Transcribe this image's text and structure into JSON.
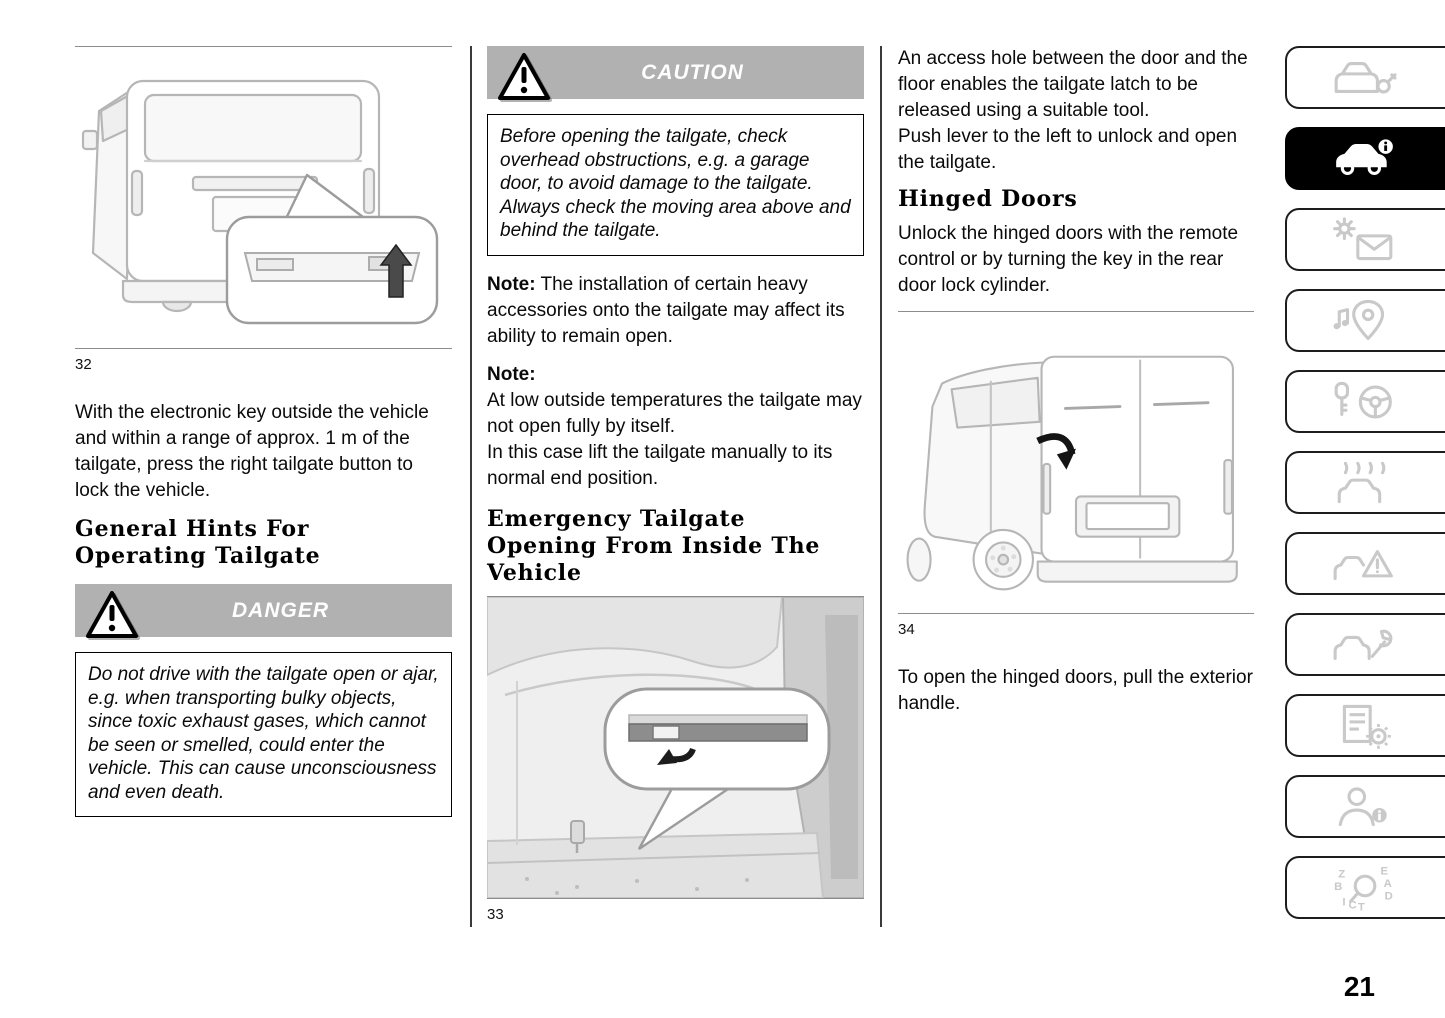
{
  "page_number": "21",
  "left_column": {
    "figure_caption": "32",
    "intro": "With the electronic key outside the vehicle and within a range of approx. 1 m of the tailgate, press the right tailgate button to lock the vehicle.",
    "heading": "General Hints For\nOperating Tailgate",
    "danger_label": "DANGER",
    "danger_text": "Do not drive with the tailgate open or ajar, e.g. when transporting bulky objects, since toxic exhaust gases, which cannot be seen or smelled, could enter the vehicle. This can cause unconsciousness and even death."
  },
  "middle_column": {
    "caution_label": "CAUTION",
    "caution_text": "Before opening the tailgate, check overhead obstructions, e.g. a garage door, to avoid damage to the tailgate. Always check the moving area above and behind the tailgate.",
    "note1_label": "Note:",
    "note1_text": " The installation of certain heavy accessories onto the tailgate may affect its ability to remain open.",
    "note2_label": "Note:",
    "note2_text": "\nAt low outside temperatures the tailgate may not open fully by itself.\nIn this case lift the tailgate manually to its normal end position.",
    "heading": "Emergency Tailgate\nOpening From Inside The\nVehicle",
    "figure_caption": "33"
  },
  "right_column": {
    "para_access": "An access hole between the door and the floor enables the tailgate latch to be released using a suitable tool.\nPush lever to the left to unlock and open the tailgate.",
    "heading": "Hinged Doors",
    "para_unlock": "Unlock the hinged doors with the remote control or by turning the key in the rear door lock cylinder.",
    "figure_caption": "34",
    "para_open": "To open the hinged doors, pull the exterior handle."
  },
  "sidebar": {
    "active_bg_color": "#000000",
    "icon_color": "#c9c9c9",
    "tabs": [
      {
        "icon": "car-key-icon",
        "active": false
      },
      {
        "icon": "car-info-icon",
        "active": true
      },
      {
        "icon": "warning-lights-messages-icon",
        "active": false
      },
      {
        "icon": "location-audio-icon",
        "active": false
      },
      {
        "icon": "key-steering-wheel-icon",
        "active": false
      },
      {
        "icon": "car-wash-icon",
        "active": false
      },
      {
        "icon": "car-warning-triangle-icon",
        "active": false
      },
      {
        "icon": "car-wrench-icon",
        "active": false
      },
      {
        "icon": "document-gear-icon",
        "active": false
      },
      {
        "icon": "person-info-icon",
        "active": false
      },
      {
        "icon": "alphabetical-index-icon",
        "active": false
      }
    ],
    "index_letters": {
      "zl": "Z",
      "bl": "B",
      "il": "I",
      "cl": "C",
      "tl": "T",
      "er": "E",
      "ar": "A",
      "dr": "D"
    }
  }
}
